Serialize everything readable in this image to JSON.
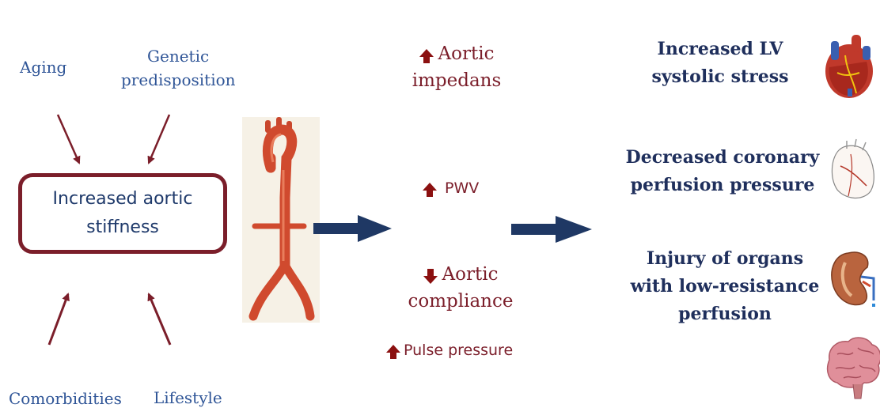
{
  "factors": {
    "aging": "Aging",
    "genetic_line1": "Genetic",
    "genetic_line2": "predisposition",
    "comorbidities": "Comorbidities",
    "lifestyle": "Lifestyle"
  },
  "central_box": {
    "line1": "Increased aortic",
    "line2": "stiffness"
  },
  "mechanisms": {
    "impedance_line1": "Aortic",
    "impedance_line2": "impedans",
    "pwv": "PWV",
    "compliance_line1": "Aortic",
    "compliance_line2": "compliance",
    "pulse_pressure": "Pulse pressure"
  },
  "consequences": {
    "lv_line1": "Increased LV",
    "lv_line2": "systolic stress",
    "coronary_line1": "Decreased coronary",
    "coronary_line2": "perfusion pressure",
    "organs_line1": "Injury of organs",
    "organs_line2": "with low-resistance",
    "organs_line3": "perfusion"
  },
  "icons": {
    "aorta": "aorta-illustration",
    "heart": "heart-icon",
    "heart_sketch": "heart-sketch-icon",
    "kidney": "kidney-icon",
    "brain": "brain-icon"
  },
  "colors": {
    "factor_text": "#2f5597",
    "box_border": "#7b1e2a",
    "mechanism_text": "#7b1e2a",
    "consequence_text": "#1f2f5c",
    "flow_arrow": "#1f3864",
    "factor_arrow": "#7b1e2a"
  }
}
